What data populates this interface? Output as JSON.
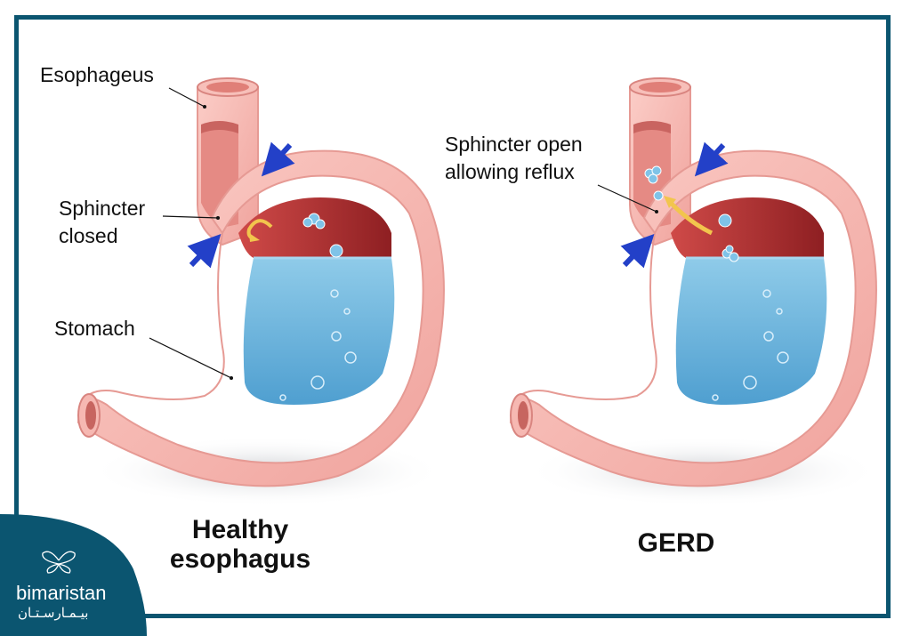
{
  "labels": {
    "esophageus": "Esophageus",
    "sphincter_closed_line1": "Sphincter",
    "sphincter_closed_line2": "closed",
    "stomach": "Stomach",
    "sphincter_open_line1": "Sphincter open",
    "sphincter_open_line2": "allowing reflux"
  },
  "captions": {
    "healthy_line1": "Healthy",
    "healthy_line2": "esophagus",
    "gerd": "GERD"
  },
  "brand": {
    "name": "bimaristan",
    "arabic": "بيـمـارسـتـان",
    "icon": "butterfly-icon"
  },
  "colors": {
    "frame": "#0b5570",
    "tissue": "#f6b3ad",
    "tissue_dark": "#ec8d88",
    "acid": "#6ab6dd",
    "acid_dark": "#3d93c4",
    "lining": "#a62a2c",
    "arrow": "#2340c8",
    "flow_arrow": "#f2c54d"
  }
}
